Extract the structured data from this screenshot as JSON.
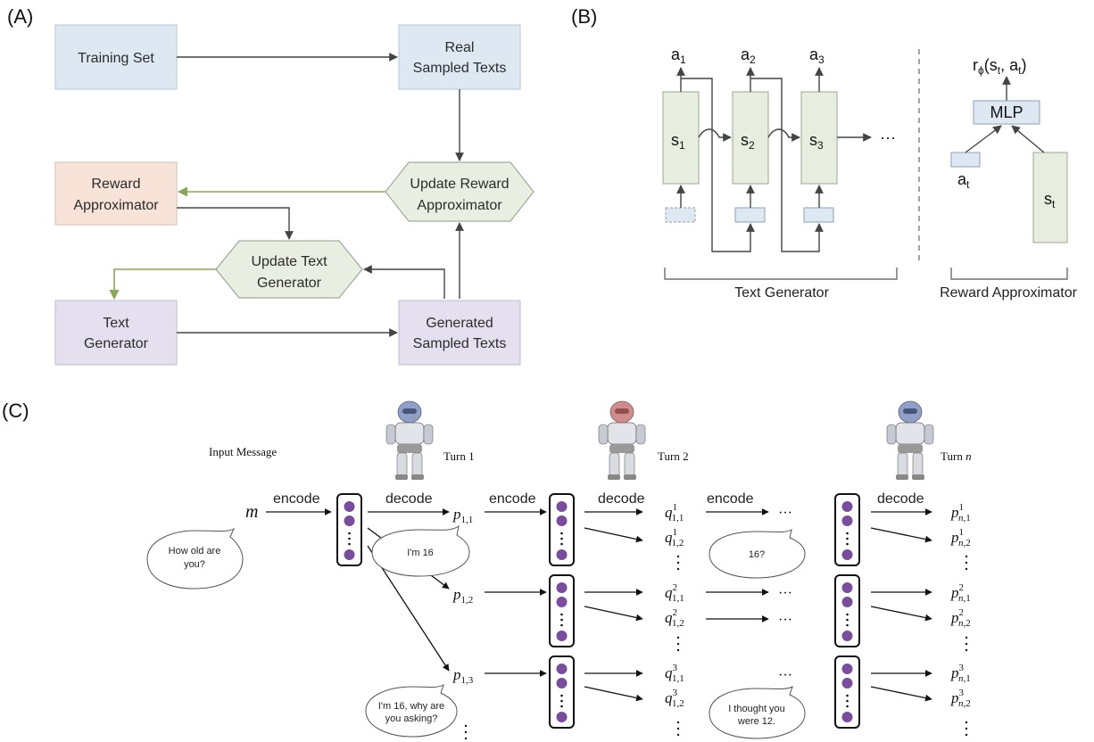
{
  "panels": {
    "a": "(A)",
    "b": "(B)",
    "c": "(C)"
  },
  "panel_a": {
    "training_set": "Training Set",
    "real_sampled": [
      "Real",
      "Sampled Texts"
    ],
    "update_reward": [
      "Update Reward",
      "Approximator"
    ],
    "reward_approx": [
      "Reward",
      "Approximator"
    ],
    "update_text": [
      "Update Text",
      "Generator"
    ],
    "text_gen": [
      "Text",
      "Generator"
    ],
    "generated_sampled": [
      "Generated",
      "Sampled Texts"
    ]
  },
  "panel_b": {
    "actions": [
      "a",
      "a",
      "a"
    ],
    "action_subs": [
      "1",
      "2",
      "3"
    ],
    "states": [
      "s",
      "s",
      "s"
    ],
    "state_subs": [
      "1",
      "2",
      "3"
    ],
    "ellipsis": "···",
    "reward_fn": "r",
    "reward_sub": "ϕ",
    "reward_args": "(s",
    "reward_args2": ", a",
    "reward_args3": ")",
    "t_sub": "t",
    "mlp": "MLP",
    "at": "a",
    "st": "s",
    "text_generator_caption": "Text Generator",
    "reward_approx_caption": "Reward Approximator"
  },
  "panel_c": {
    "input_message": "Input Message",
    "turn1": "Turn 1",
    "turn2": "Turn 2",
    "turn_n": "Turn",
    "turn_n_var": "n",
    "m": "m",
    "encode": "encode",
    "decode": "decode",
    "bubbles": {
      "how_old": [
        "How old are",
        "you?"
      ],
      "im16": [
        "I'm 16"
      ],
      "q16": [
        "16?"
      ],
      "why": [
        "I'm 16, why are",
        "you asking?"
      ],
      "thought": [
        "I thought you",
        "were 12."
      ]
    },
    "p": "p",
    "q": "q",
    "dots": "···"
  },
  "colors": {
    "blue_box": "#dde8f3",
    "orange_box": "#f8e3d8",
    "green_box": "#e8eedf",
    "purple_box": "#e4e0ef",
    "hex_fill": "#e9eee3",
    "green_arrow": "#8aa65a",
    "purple_dot": "#7a4c9e",
    "state_fill": "#e8eedf"
  }
}
